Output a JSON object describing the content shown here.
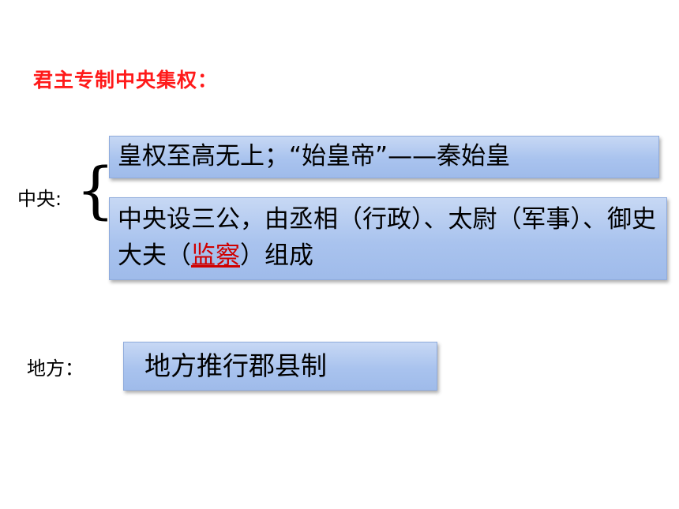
{
  "heading": "君主专制中央集权：",
  "central": {
    "label": "中央:",
    "brace": "{",
    "item1": "皇权至高无上；“始皇帝”——秦始皇",
    "item2_before": "中央设三公，由丞相（行政）、太尉（军事）、御史大夫（",
    "item2_link": "监察",
    "item2_after": "）组成"
  },
  "local": {
    "label": "地方：",
    "item": "地方推行郡县制"
  },
  "colors": {
    "heading": "#ff1a1a",
    "box_fill": "#a9c3ee",
    "link": "#d00000"
  }
}
